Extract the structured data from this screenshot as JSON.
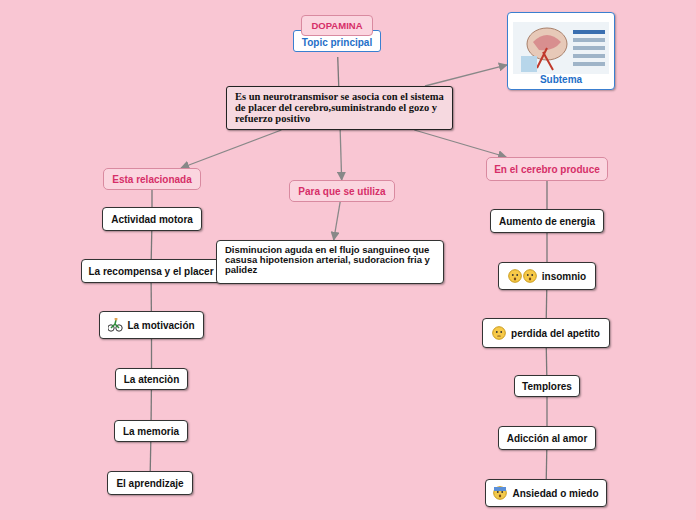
{
  "diagram": {
    "nodes": [
      {
        "text": [
          "DOPAMINA",
          "Topic principal"
        ]
      },
      {
        "text": [
          "Subtema"
        ]
      },
      {
        "text": [
          "Es un neurotransmisor se asocia con el sistema de placer del cerebro,suministrando el gozo y refuerzo positivo"
        ]
      },
      {
        "text": [
          "Esta relacionada"
        ]
      },
      {
        "text": [
          "Para que se utiliza"
        ]
      },
      {
        "text": [
          "En el cerebro produce"
        ]
      },
      {
        "text": [
          "Actividad motora"
        ]
      },
      {
        "text": [
          "La recompensa y el placer"
        ]
      },
      {
        "text": [
          "La motivación"
        ]
      },
      {
        "text": [
          "La atenciòn"
        ]
      },
      {
        "text": [
          "La memoria"
        ]
      },
      {
        "text": [
          "El aprendizaje"
        ]
      },
      {
        "text": [
          "Disminucion aguda en el flujo sanguineo que casusa hipotension arterial, sudoracion fria y palidez"
        ]
      },
      {
        "text": [
          "Aumento de energia"
        ]
      },
      {
        "text": [
          "insomnio"
        ]
      },
      {
        "text": [
          "perdida del apetito"
        ]
      },
      {
        "text": [
          "Templores"
        ]
      },
      {
        "text": [
          "Adicción al amor"
        ]
      },
      {
        "text": [
          "Ansiedad o miedo"
        ]
      }
    ],
    "edges": [
      {
        "from": 0,
        "to": 2,
        "arrow": "none"
      },
      {
        "from": 2,
        "to": 1,
        "arrow": "to"
      },
      {
        "from": 2,
        "to": 3,
        "arrow": "to"
      },
      {
        "from": 2,
        "to": 4,
        "arrow": "to"
      },
      {
        "from": 2,
        "to": 5,
        "arrow": "to"
      },
      {
        "from": 3,
        "to": 6,
        "arrow": "none"
      },
      {
        "from": 6,
        "to": 7,
        "arrow": "none"
      },
      {
        "from": 7,
        "to": 8,
        "arrow": "none"
      },
      {
        "from": 8,
        "to": 9,
        "arrow": "none"
      },
      {
        "from": 9,
        "to": 10,
        "arrow": "none"
      },
      {
        "from": 10,
        "to": 11,
        "arrow": "none"
      },
      {
        "from": 4,
        "to": 12,
        "arrow": "to"
      },
      {
        "from": 5,
        "to": 13,
        "arrow": "none"
      },
      {
        "from": 13,
        "to": 14,
        "arrow": "none"
      },
      {
        "from": 14,
        "to": 15,
        "arrow": "none"
      },
      {
        "from": 15,
        "to": 16,
        "arrow": "none"
      },
      {
        "from": 16,
        "to": 17,
        "arrow": "none"
      },
      {
        "from": 17,
        "to": 18,
        "arrow": "none"
      }
    ]
  }
}
